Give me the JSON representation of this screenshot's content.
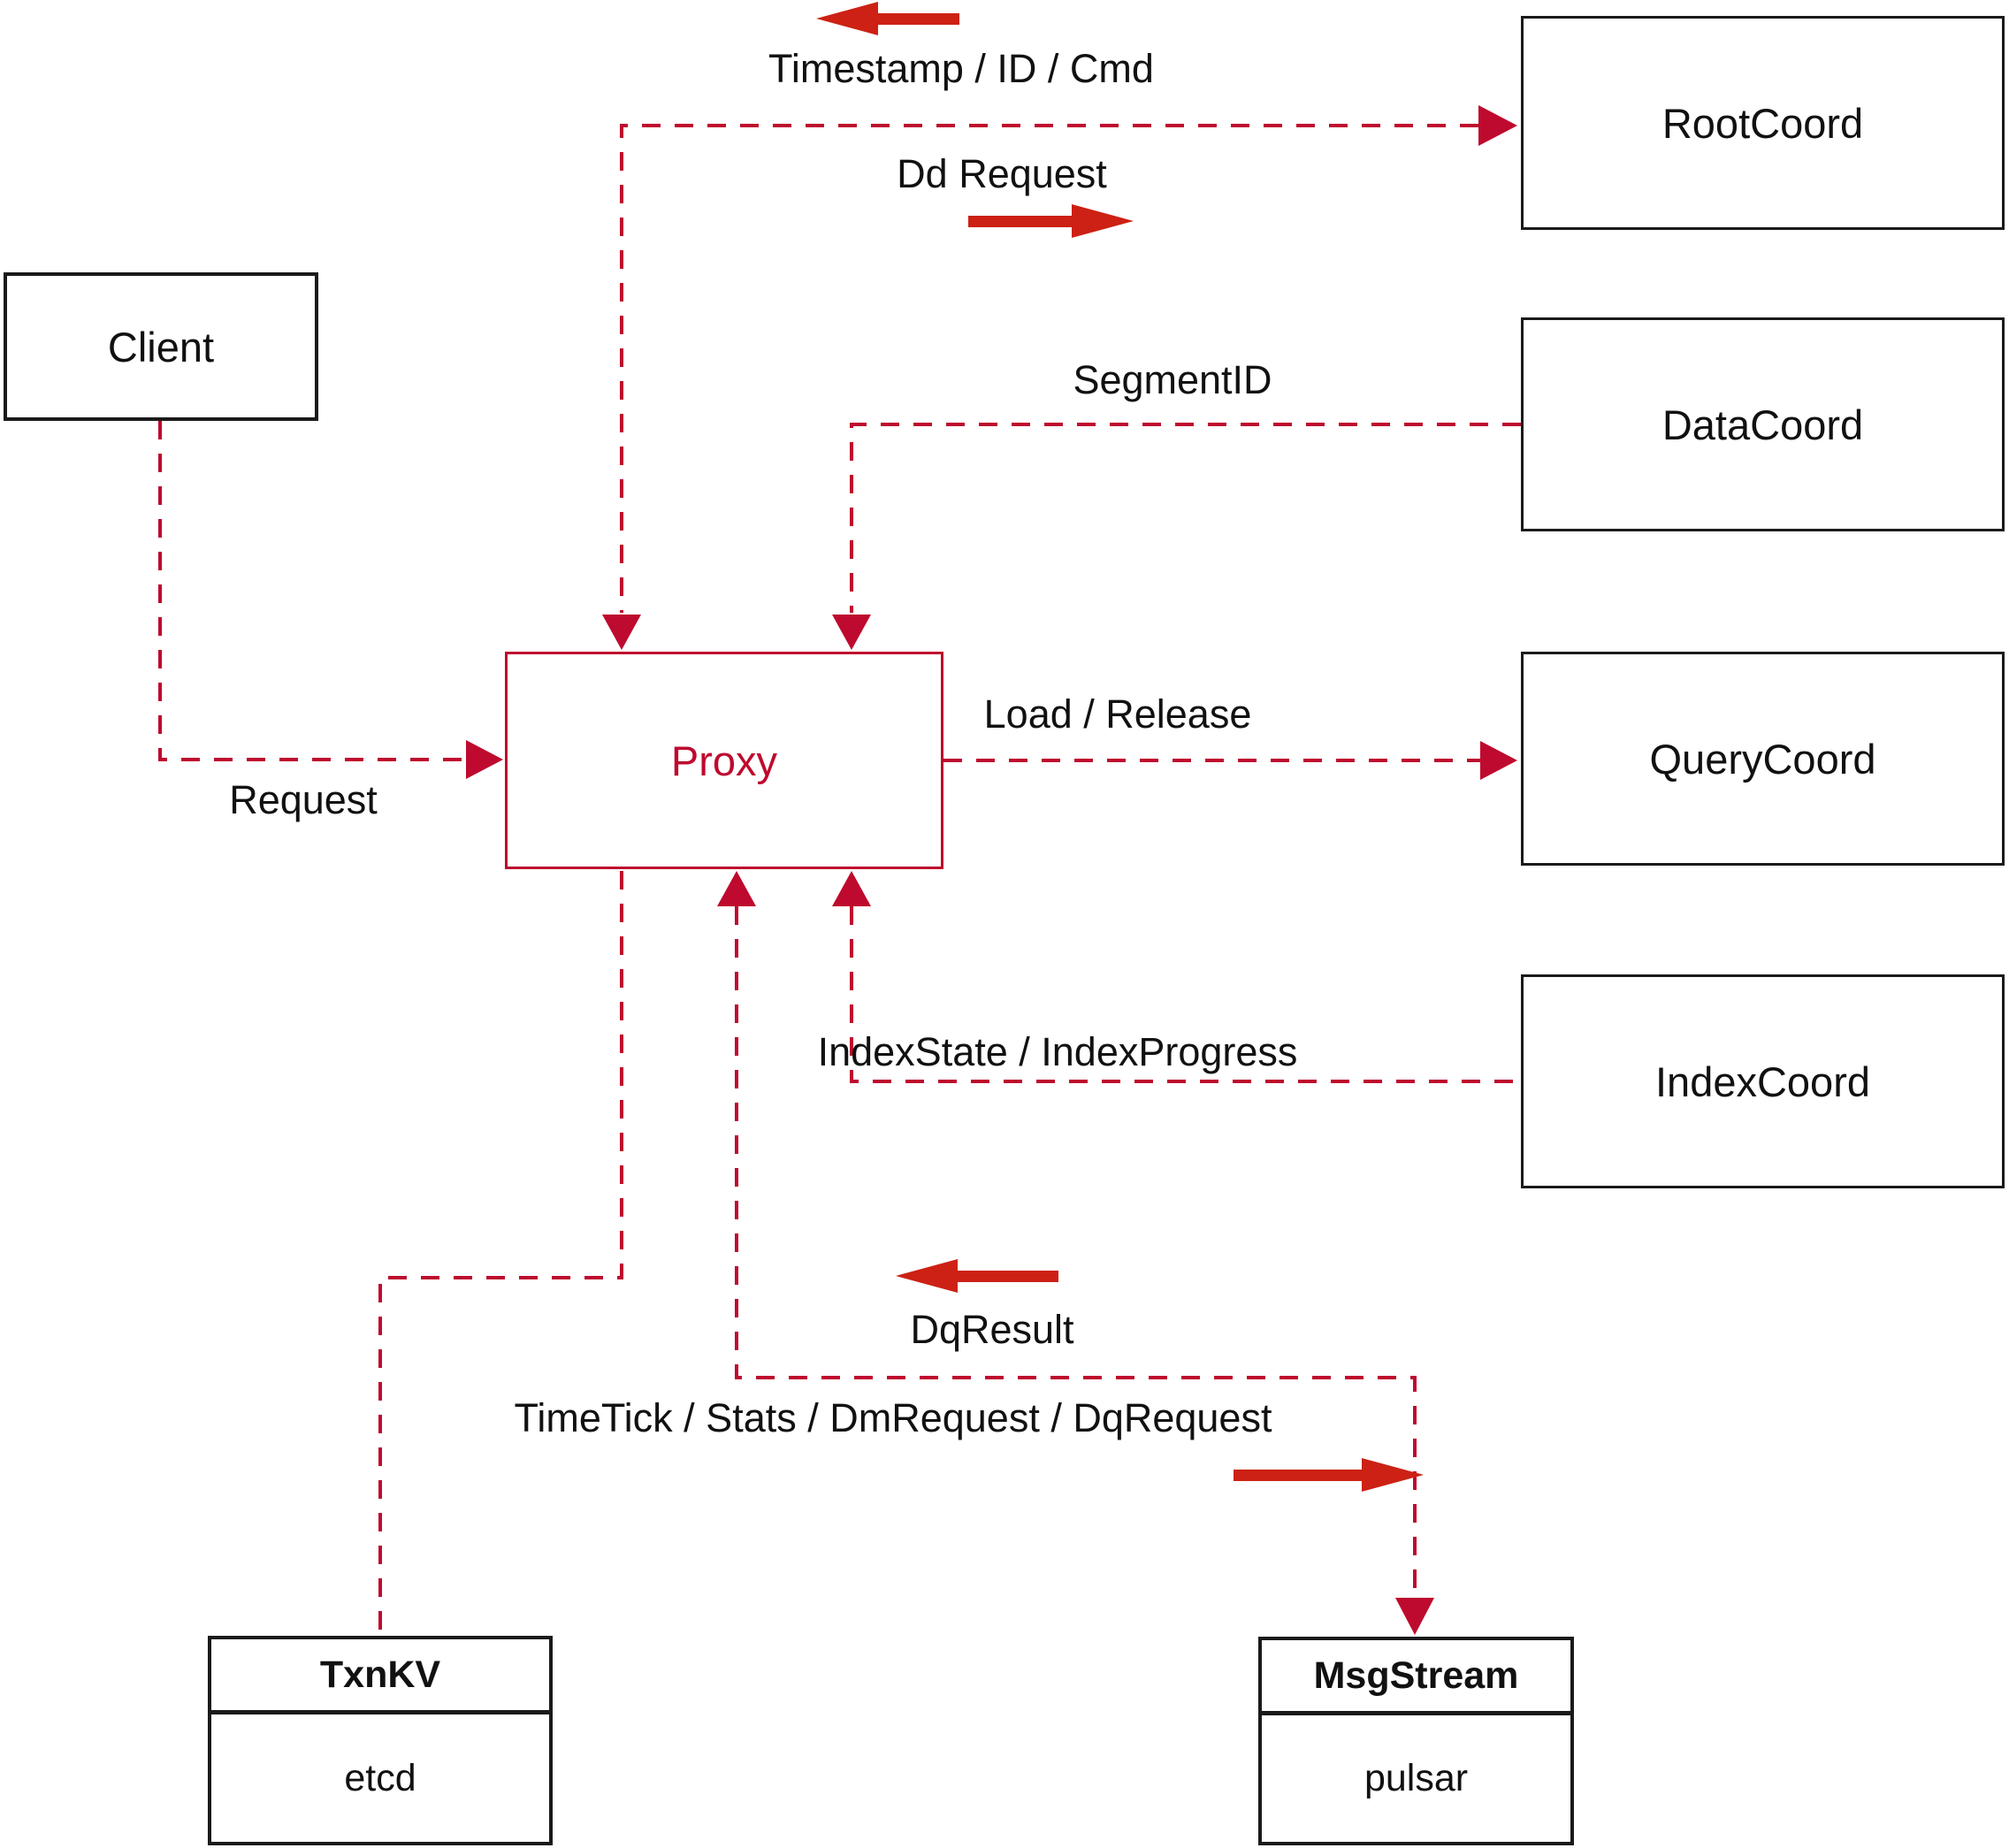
{
  "diagram": {
    "type": "architecture-flow",
    "background": "#ffffff",
    "colors": {
      "dashed_line_red": "#be0a2e",
      "solid_arrow_red": "#cc2114",
      "box_border_black": "#1a1a1a",
      "text_black": "#111111"
    },
    "nodes": {
      "client": {
        "label": "Client"
      },
      "proxy": {
        "label": "Proxy"
      },
      "rootcoord": {
        "label": "RootCoord"
      },
      "datacoord": {
        "label": "DataCoord"
      },
      "querycoord": {
        "label": "QueryCoord"
      },
      "indexcoord": {
        "label": "IndexCoord"
      },
      "txnkv": {
        "title": "TxnKV",
        "subtitle": "etcd"
      },
      "msgstream": {
        "title": "MsgStream",
        "subtitle": "pulsar"
      }
    },
    "edge_labels": {
      "timestamp": "Timestamp / ID / Cmd",
      "dd_request": "Dd Request",
      "segment_id": "SegmentID",
      "load_release": "Load / Release",
      "request": "Request",
      "index_state": "IndexState / IndexProgress",
      "dq_result": "DqResult",
      "timetick": "TimeTick / Stats / DmRequest / DqRequest"
    }
  }
}
